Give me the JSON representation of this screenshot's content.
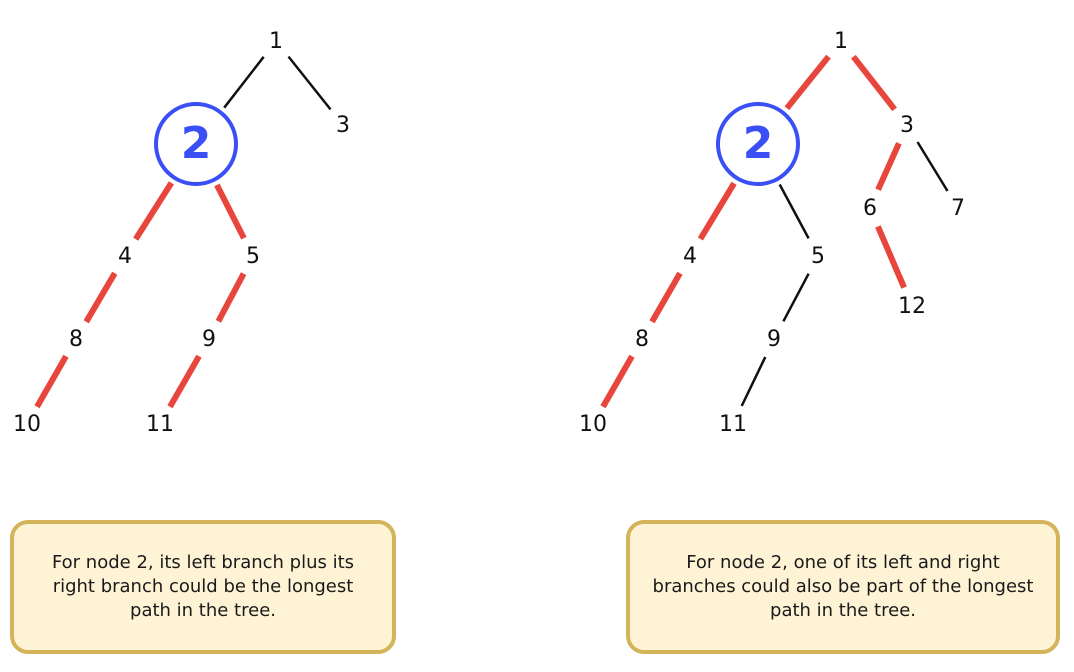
{
  "colors": {
    "highlight_edge": "#e8453c",
    "plain_edge": "#111111",
    "focus_node": "#3a4ff5",
    "note_background": "#fef3d4",
    "note_border": "#d4b45a"
  },
  "left_tree": {
    "focus_node": "2",
    "nodes": [
      "1",
      "3",
      "4",
      "5",
      "8",
      "9",
      "10",
      "11"
    ],
    "highlighted_edges": [
      "2-4",
      "2-5",
      "4-8",
      "5-9",
      "8-10",
      "9-11"
    ],
    "plain_edges": [
      "1-2",
      "1-3"
    ],
    "note": "For node 2, its left branch plus its right branch could be the longest path in the tree."
  },
  "right_tree": {
    "focus_node": "2",
    "nodes": [
      "1",
      "3",
      "4",
      "5",
      "6",
      "7",
      "8",
      "9",
      "10",
      "11",
      "12"
    ],
    "highlighted_edges": [
      "1-2",
      "1-3",
      "2-4",
      "3-6",
      "4-8",
      "6-12",
      "8-10"
    ],
    "plain_edges": [
      "2-5",
      "3-7",
      "5-9",
      "9-11"
    ],
    "note": "For node 2, one of its left and right branches could also be part of the longest path in the tree."
  }
}
